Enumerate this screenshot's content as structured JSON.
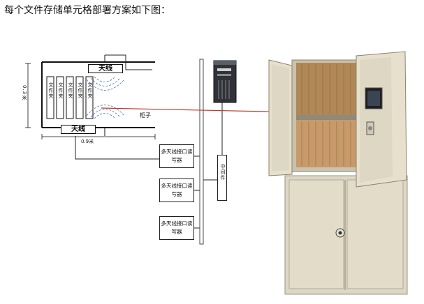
{
  "title": "每个文件存储单元格部署方案如下图：",
  "antenna_top": "天线",
  "antenna_bottom": "天线",
  "height_label": "0.3米",
  "width_label": "0.9米",
  "cabinet_label": "柜子",
  "files": [
    "文件夹",
    "文件夹",
    "文件夹",
    "文件夹",
    "文件夹"
  ],
  "readers": [
    {
      "label": "多天线接口读写器"
    },
    {
      "label": "多天线接口读写器"
    },
    {
      "label": "多天线接口读写器"
    }
  ],
  "middleware_label": "中间件",
  "colors": {
    "arrow": "#c0392b",
    "cabinet": "#d8d2bf",
    "files": "#c89a6a",
    "bus": "#4a4a4a"
  }
}
